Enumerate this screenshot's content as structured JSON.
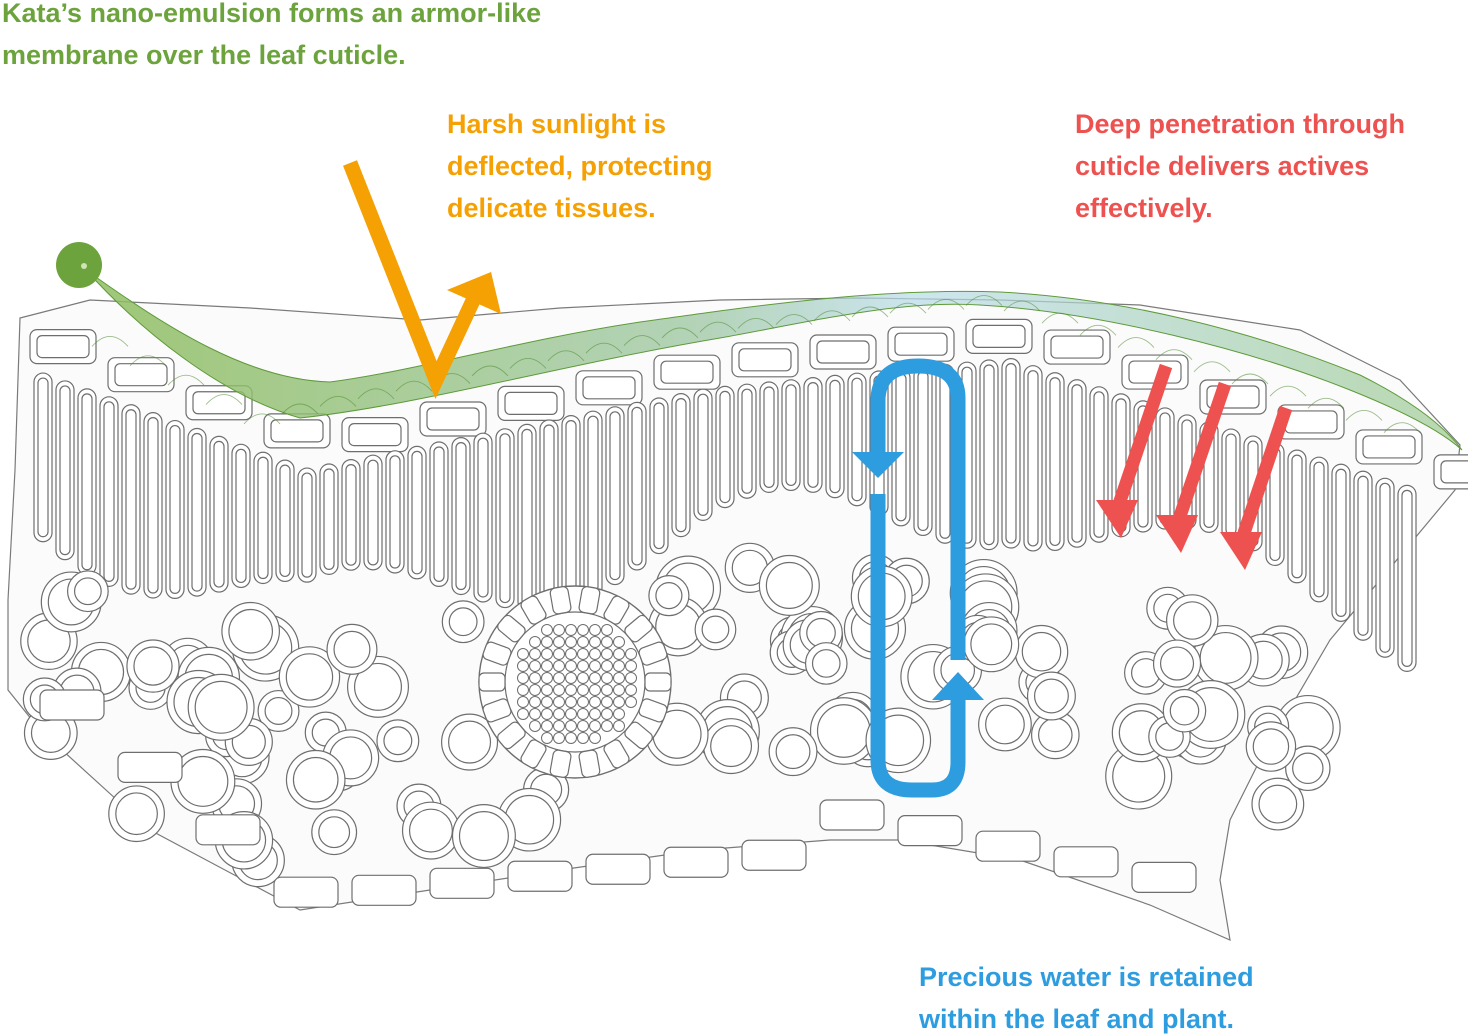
{
  "labels": {
    "membrane": [
      "Kata’s nano-emulsion forms an armor-like",
      "membrane over the leaf cuticle."
    ],
    "sunlight": [
      "Harsh sunlight is",
      "deflected, protecting",
      "delicate tissues."
    ],
    "penetration": [
      "Deep penetration through",
      "cuticle delivers actives",
      "effectively."
    ],
    "water": [
      "Precious water is retained",
      "within the leaf and plant."
    ]
  },
  "colors": {
    "membrane": "#6da33d",
    "sunlight": "#f5a003",
    "penetration": "#ee5250",
    "water": "#2d9de0",
    "cell_outline": "#6e6e6e"
  }
}
